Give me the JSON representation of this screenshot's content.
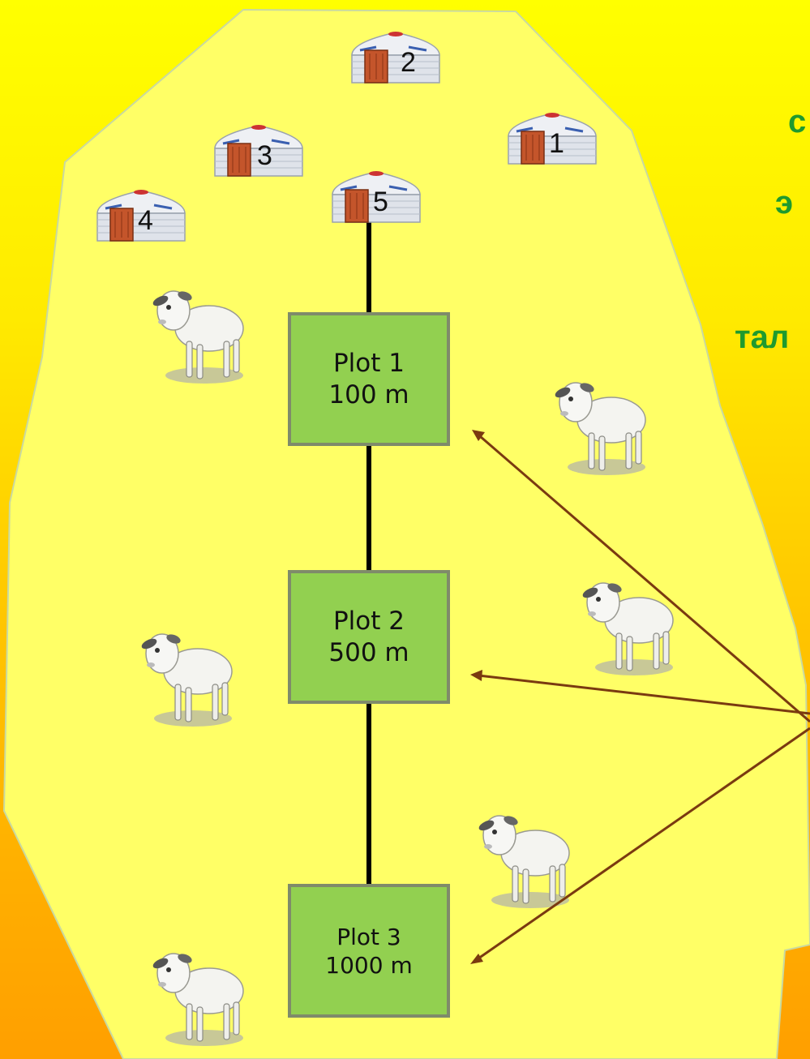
{
  "plots": [
    {
      "name": "Plot 1",
      "distance": "100 m"
    },
    {
      "name": "Plot 2",
      "distance": "500 m"
    },
    {
      "name": "Plot 3",
      "distance": "1000 m"
    }
  ],
  "yurts": [
    {
      "number": "1"
    },
    {
      "number": "2"
    },
    {
      "number": "3"
    },
    {
      "number": "4"
    },
    {
      "number": "5"
    }
  ],
  "side_text": [
    "с",
    "э",
    "тал"
  ],
  "colors": {
    "background_top": "#ffff00",
    "background_bottom": "#ff9f00",
    "field": "#ffff66",
    "plot_fill": "#92d050",
    "plot_border": "#7f8b6a",
    "arrow": "#7a3a10",
    "side_text": "#1f9a2e"
  },
  "icons": [
    "yurt-icon",
    "sheep-icon"
  ]
}
